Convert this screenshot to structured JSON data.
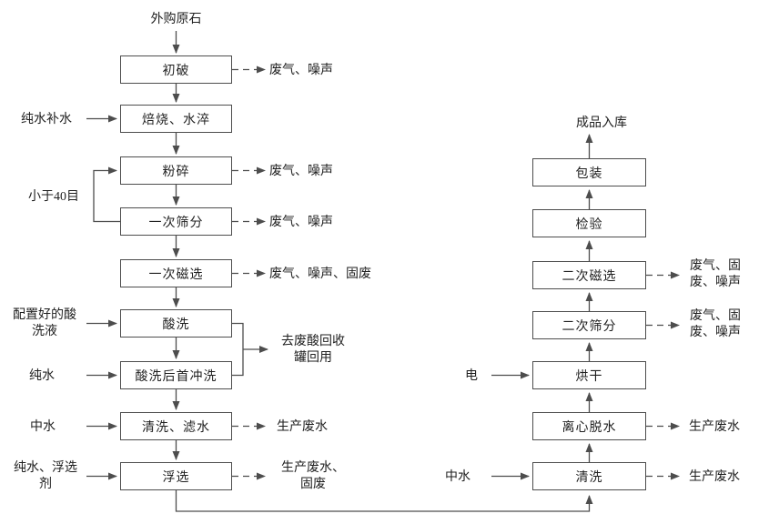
{
  "source_label": "外购原石",
  "product_label": "成品入库",
  "recycle_label": "小于40目",
  "left_boxes": [
    "初破",
    "焙烧、水淬",
    "粉碎",
    "一次筛分",
    "一次磁选",
    "酸洗",
    "酸洗后首冲洗",
    "清洗、滤水",
    "浮选"
  ],
  "right_boxes": [
    "包装",
    "检验",
    "二次磁选",
    "二次筛分",
    "烘干",
    "离心脱水",
    "清洗"
  ],
  "left_inputs": [
    "纯水补水",
    "配置好的酸洗液",
    "纯水",
    "中水",
    "纯水、浮选剂"
  ],
  "right_inputs": [
    "电",
    "中水"
  ],
  "left_outputs": [
    "废气、噪声",
    "废气、噪声",
    "废气、噪声",
    "废气、噪声、固废",
    "去废酸回收罐回用",
    "生产废水",
    "生产废水、固废"
  ],
  "right_outputs": [
    "废气、固废、噪声",
    "废气、固废、噪声",
    "生产废水",
    "生产废水"
  ],
  "colors": {
    "line": "#4d4d4d",
    "text": "#1f1f1f",
    "background": "#ffffff"
  }
}
